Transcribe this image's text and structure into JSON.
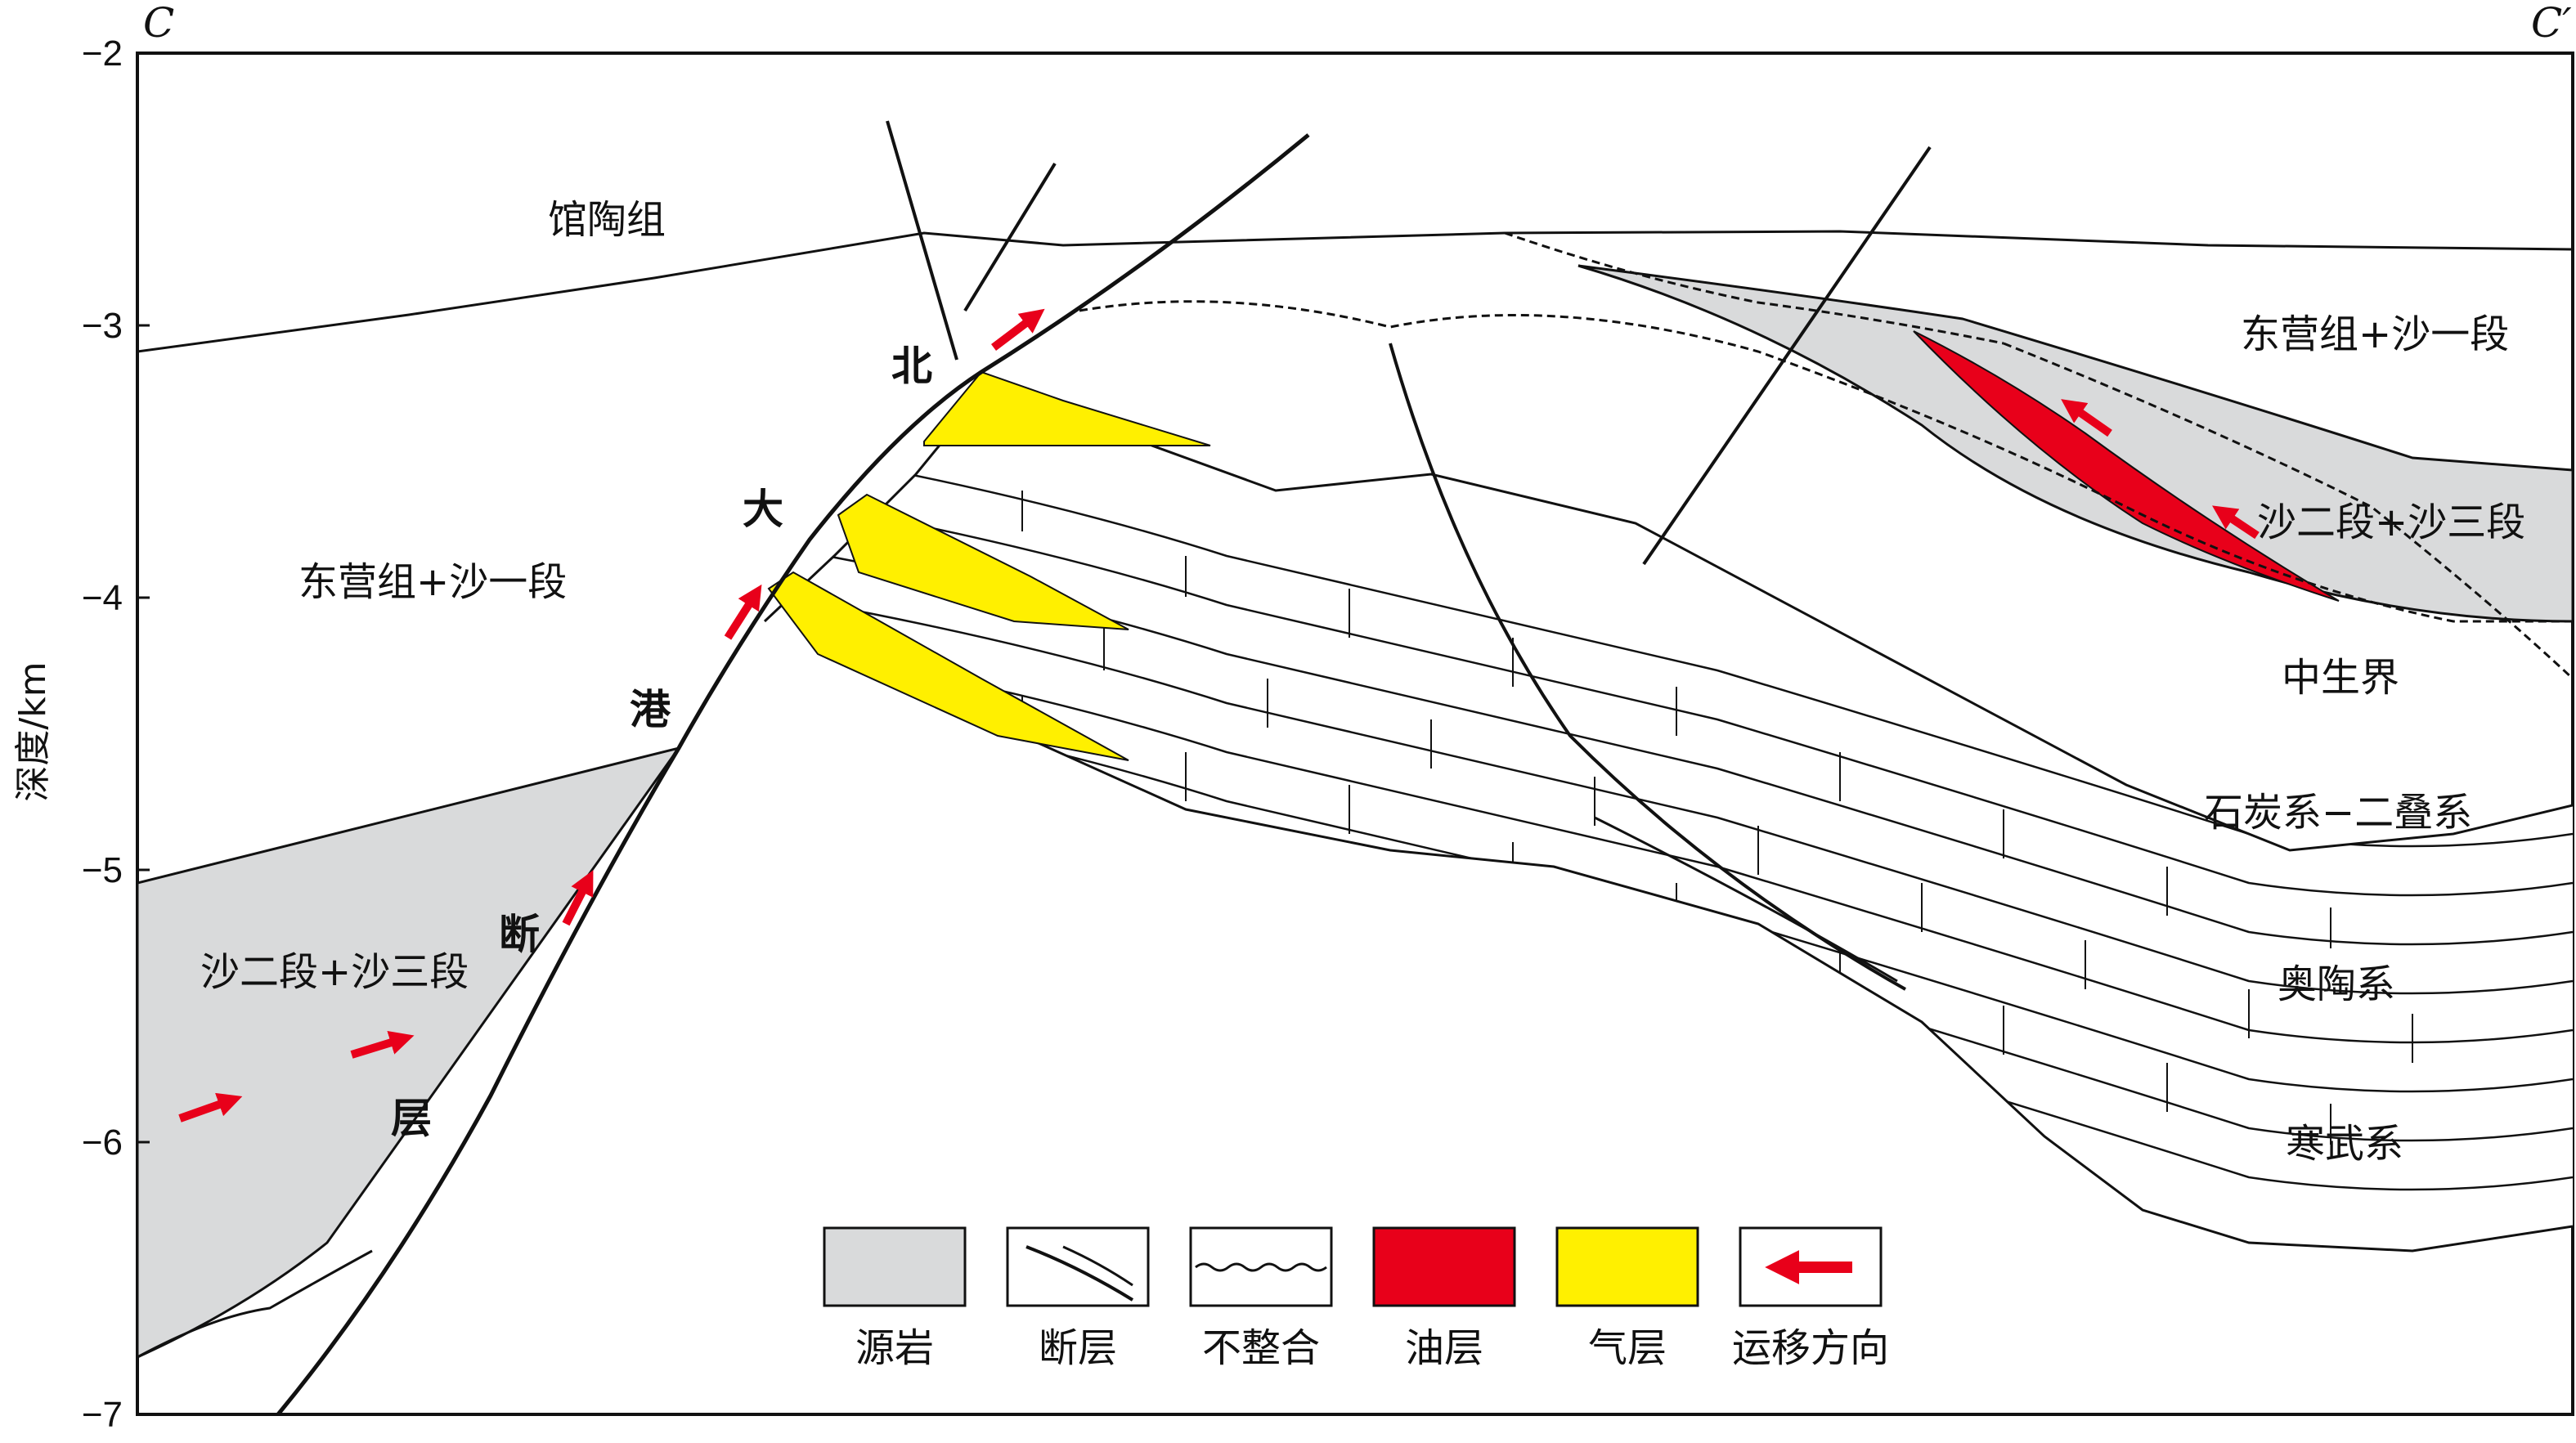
{
  "profile": {
    "left_label": "C",
    "right_label": "C′"
  },
  "axis": {
    "ylabel": "深度/km",
    "ticks": [
      "−2",
      "−3",
      "−4",
      "−5",
      "−6",
      "−7"
    ]
  },
  "formations": {
    "guantao": "馆陶组",
    "dongying_left": "东营组+沙一段",
    "dongying_right": "东营组+沙一段",
    "sha23_left": "沙二段+沙三段",
    "sha23_right": "沙二段+沙三段",
    "mesozoic": "中生界",
    "carb_perm": "石炭系−二叠系",
    "ordovician": "奥陶系",
    "cambrian": "寒武系"
  },
  "fault": {
    "chars": [
      "北",
      "大",
      "港",
      "断",
      "层"
    ]
  },
  "legend": {
    "items": [
      {
        "label": "源岩",
        "color": "#d9dadb"
      },
      {
        "label": "断层"
      },
      {
        "label": "不整合"
      },
      {
        "label": "油层",
        "color": "#e8001a"
      },
      {
        "label": "气层",
        "color": "#fff000"
      },
      {
        "label": "运移方向",
        "color": "#e8001a"
      }
    ]
  }
}
